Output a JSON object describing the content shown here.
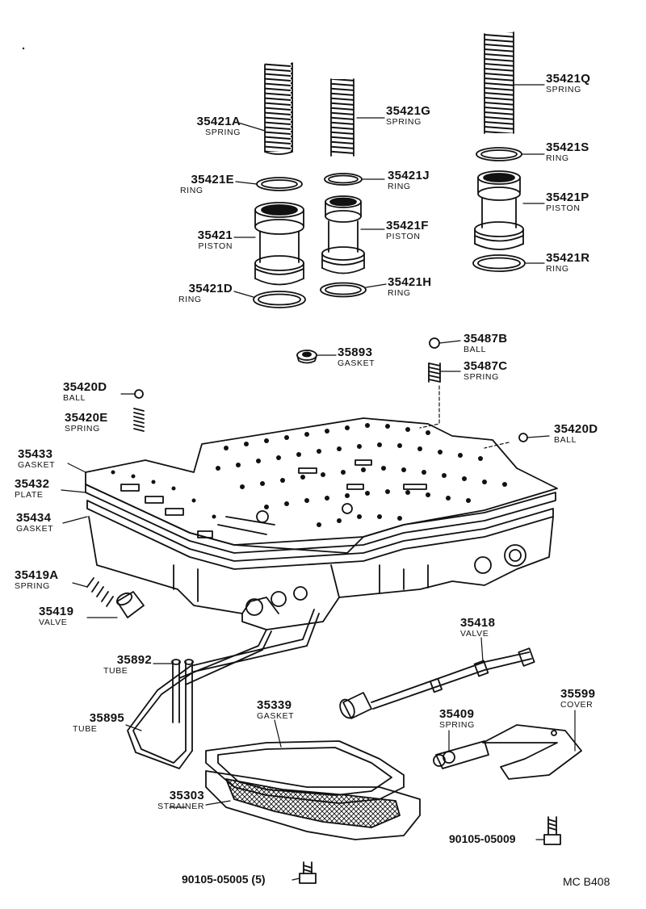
{
  "parts": [
    {
      "id": "p35421A",
      "number": "35421A",
      "name": "SPRING"
    },
    {
      "id": "p35421G",
      "number": "35421G",
      "name": "SPRING"
    },
    {
      "id": "p35421Q",
      "number": "35421Q",
      "name": "SPRING"
    },
    {
      "id": "p35421E",
      "number": "35421E",
      "name": "RING"
    },
    {
      "id": "p35421J",
      "number": "35421J",
      "name": "RING"
    },
    {
      "id": "p35421S",
      "number": "35421S",
      "name": "RING"
    },
    {
      "id": "p35421",
      "number": "35421",
      "name": "PISTON"
    },
    {
      "id": "p35421F",
      "number": "35421F",
      "name": "PISTON"
    },
    {
      "id": "p35421P",
      "number": "35421P",
      "name": "PISTON"
    },
    {
      "id": "p35421R",
      "number": "35421R",
      "name": "RING"
    },
    {
      "id": "p35421D",
      "number": "35421D",
      "name": "RING"
    },
    {
      "id": "p35421H",
      "number": "35421H",
      "name": "RING"
    },
    {
      "id": "p35893",
      "number": "35893",
      "name": "GASKET"
    },
    {
      "id": "p35487B",
      "number": "35487B",
      "name": "BALL"
    },
    {
      "id": "p35487C",
      "number": "35487C",
      "name": "SPRING"
    },
    {
      "id": "p35420D_left",
      "number": "35420D",
      "name": "BALL"
    },
    {
      "id": "p35420E",
      "number": "35420E",
      "name": "SPRING"
    },
    {
      "id": "p35420D_right",
      "number": "35420D",
      "name": "BALL"
    },
    {
      "id": "p35433",
      "number": "35433",
      "name": "GASKET"
    },
    {
      "id": "p35432",
      "number": "35432",
      "name": "PLATE"
    },
    {
      "id": "p35434",
      "number": "35434",
      "name": "GASKET"
    },
    {
      "id": "p35419A",
      "number": "35419A",
      "name": "SPRING"
    },
    {
      "id": "p35419",
      "number": "35419",
      "name": "VALVE"
    },
    {
      "id": "p35418",
      "number": "35418",
      "name": "VALVE"
    },
    {
      "id": "p35892",
      "number": "35892",
      "name": "TUBE"
    },
    {
      "id": "p35895",
      "number": "35895",
      "name": "TUBE"
    },
    {
      "id": "p35339",
      "number": "35339",
      "name": "GASKET"
    },
    {
      "id": "p35409",
      "number": "35409",
      "name": "SPRING"
    },
    {
      "id": "p35599",
      "number": "35599",
      "name": "COVER"
    },
    {
      "id": "p35303",
      "number": "35303",
      "name": "STRAINER"
    }
  ],
  "bolts": [
    {
      "id": "b1",
      "number": "90105-05009"
    },
    {
      "id": "b2",
      "number": "90105-05005 (5)"
    }
  ],
  "diagram_code": "MC B408"
}
